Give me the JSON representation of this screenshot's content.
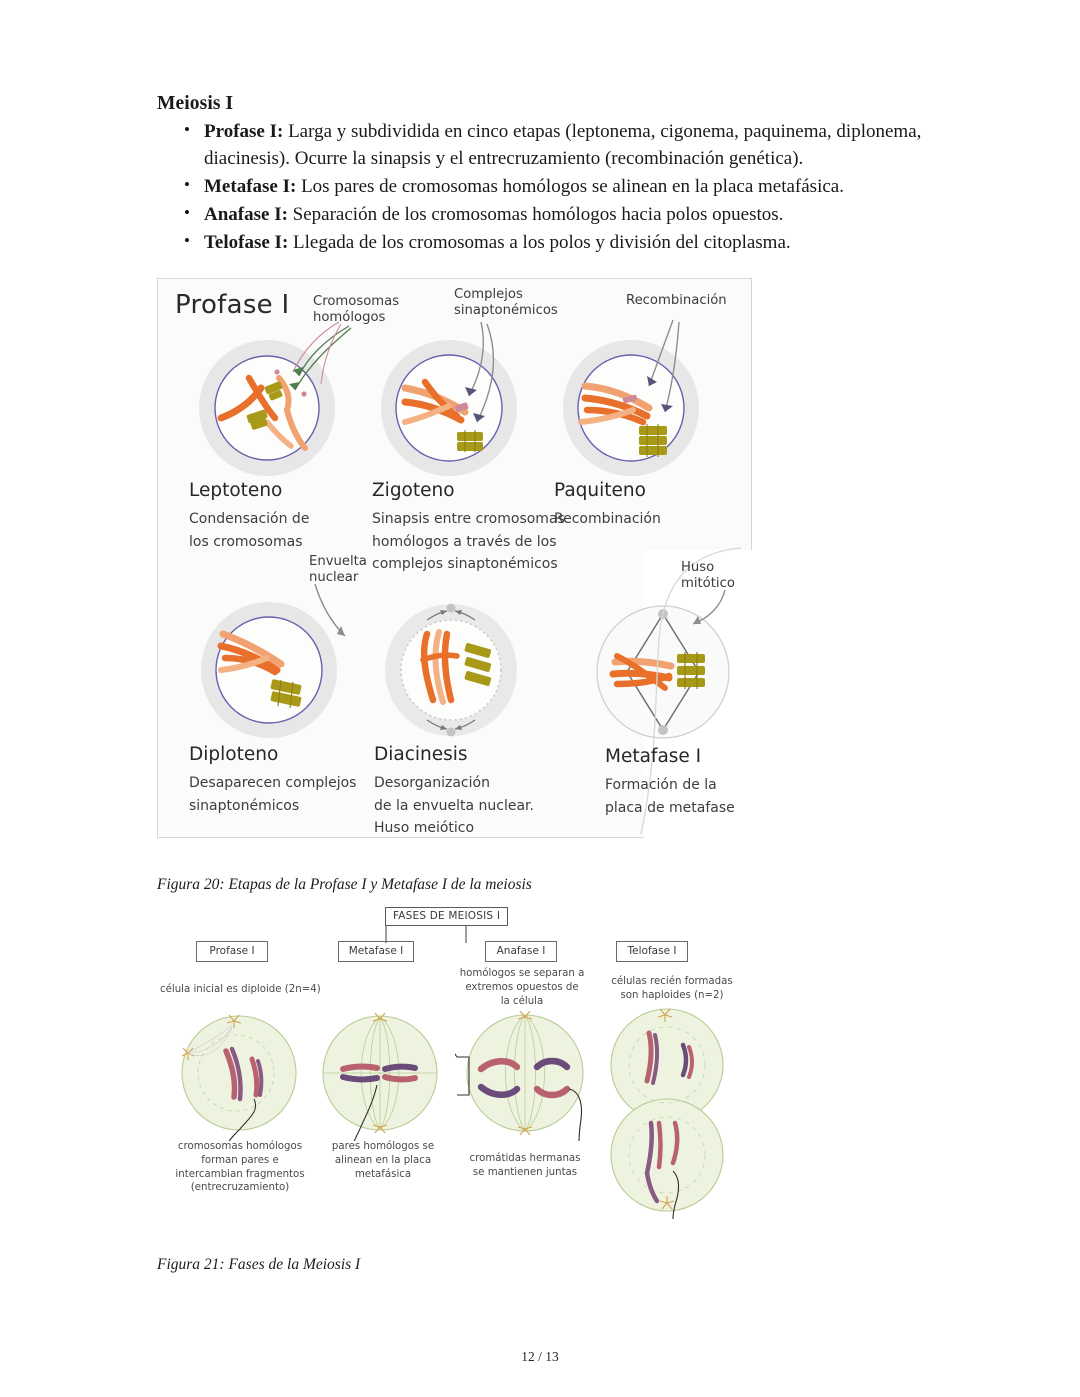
{
  "document": {
    "section_title": "Meiosis I",
    "page_number": "12 / 13"
  },
  "bullets": [
    {
      "label": "Profase I:",
      "text": " Larga y subdividida en cinco etapas (leptonema, cigonema, paquinema, diplonema, diacinesis). Ocurre la sinapsis y el entrecruzamiento (recombinación genética)."
    },
    {
      "label": "Metafase I:",
      "text": " Los pares de cromosomas homólogos se alinean en la placa metafásica."
    },
    {
      "label": "Anafase I:",
      "text": " Separación de los cromosomas homólogos hacia polos opuestos."
    },
    {
      "label": "Telofase I:",
      "text": " Llegada de los cromosomas a los polos y división del citoplasma."
    }
  ],
  "figure20": {
    "title": "Profase I",
    "caption": "Figura 20: Etapas de la Profase I y Metafase I de la meiosis",
    "callouts": {
      "cromosomas_homologos": "Cromosomas\nhomólogos",
      "complejos_sinaptonemicos": "Complejos\nsinaptonémicos",
      "recombinacion": "Recombinación",
      "envuelta_nuclear": "Envuelta\nnuclear",
      "huso_mitotico": "Huso\nmitótico"
    },
    "stages": [
      {
        "name": "Leptoteno",
        "desc": "Condensación de\nlos cromosomas"
      },
      {
        "name": "Zigoteno",
        "desc": "Sinapsis entre cromosomas\nhomólogos a través de los\ncomplejos sinaptonémicos"
      },
      {
        "name": "Paquiteno",
        "desc": "Recombinación"
      },
      {
        "name": "Diploteno",
        "desc": "Desaparecen complejos\nsinaptonémicos"
      },
      {
        "name": "Diacinesis",
        "desc": "Desorganización\nde la envuelta nuclear.\nHuso meiótico"
      },
      {
        "name": "Metafase I",
        "desc": "Formación de la\nplaca de metafase"
      }
    ],
    "colors": {
      "cytoplasm": "#e6e6e6",
      "nucleus": "#ffffff",
      "nuclear_envelope": "#6a5fae",
      "chromosome_orange": "#e8702a",
      "chromosome_orange_light": "#f4a46a",
      "chromosome_olive": "#a89a18",
      "spindle": "#6b6b6b"
    }
  },
  "figure21": {
    "caption": "Figura 21: Fases de la Meiosis I",
    "title_box": "FASES DE MEIOSIS I",
    "phases": [
      {
        "label": "Profase I"
      },
      {
        "label": "Metafase I"
      },
      {
        "label": "Anafase I"
      },
      {
        "label": "Telofase I"
      }
    ],
    "notes": {
      "profase_top": "célula inicial es diploide (2n=4)",
      "anafase_top": "homólogos se separan a\nextremos opuestos de\nla célula",
      "telofase_top": "células recién formadas\nson haploides (n=2)",
      "profase_bottom": "cromosomas homólogos\nforman pares e\nintercambian fragmentos\n(entrecruzamiento)",
      "metafase_bottom": "pares homólogos se\nalinean en la placa\nmetafásica",
      "anafase_bottom": "cromátidas hermanas\nse mantienen juntas"
    },
    "colors": {
      "cell_fill": "#eef3e0",
      "cell_stroke": "#b9cc96",
      "chromosome_pink": "#b8626f",
      "chromosome_purple": "#6b4b7a",
      "centrosome": "#d7a24a"
    }
  }
}
